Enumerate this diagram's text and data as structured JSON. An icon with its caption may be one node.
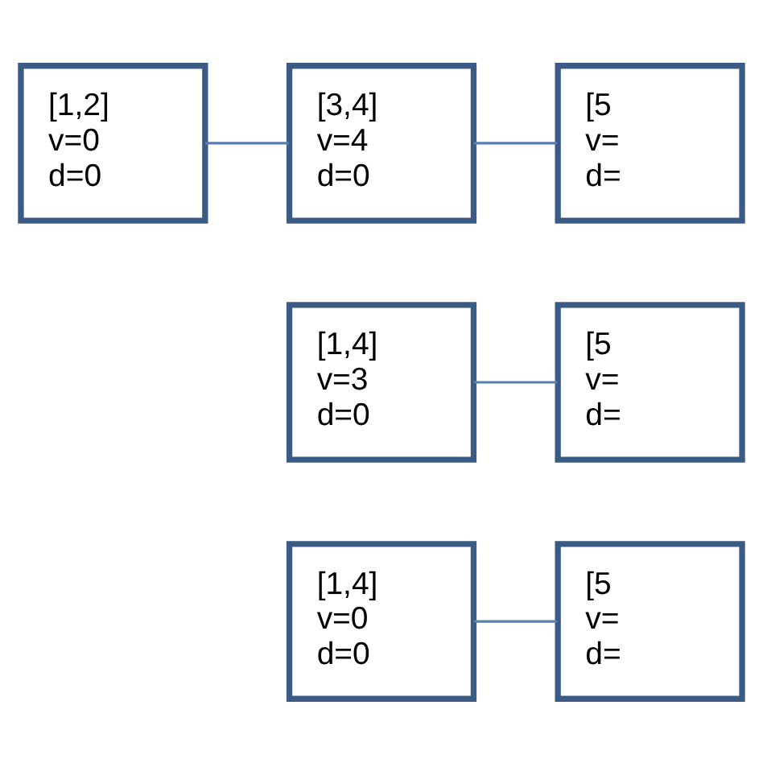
{
  "diagram": {
    "nodes": [
      {
        "text": [
          "[1,4]",
          "v=0",
          "d=0"
        ]
      },
      {
        "text": [
          "[5",
          "v=",
          "d="
        ]
      },
      {
        "text": [
          "[1,4]",
          "v=3",
          "d=0"
        ]
      },
      {
        "text": [
          "[5",
          "v=",
          "d="
        ]
      },
      {
        "text": [
          "[1,2]",
          "v=0",
          "d=0"
        ]
      },
      {
        "text": [
          "[3,4]",
          "v=4",
          "d=0"
        ]
      },
      {
        "text": [
          "[5",
          "v=",
          "d="
        ]
      }
    ],
    "edges": [
      {
        "from": 0,
        "to": 1,
        "arrow": "none"
      },
      {
        "from": 2,
        "to": 3,
        "arrow": "none"
      },
      {
        "from": 4,
        "to": 5,
        "arrow": "none"
      },
      {
        "from": 5,
        "to": 6,
        "arrow": "none"
      }
    ]
  }
}
